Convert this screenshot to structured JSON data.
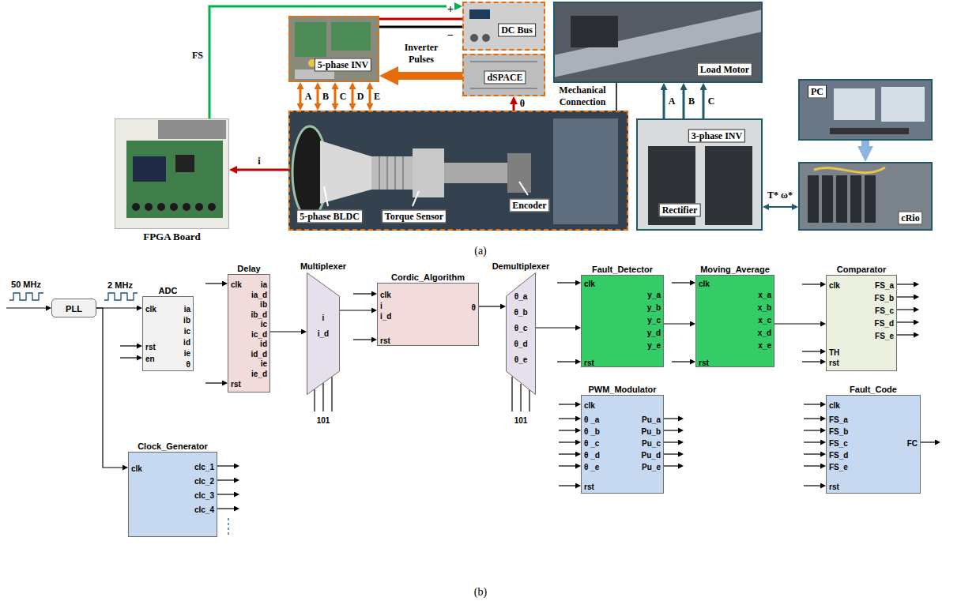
{
  "diagram": {
    "nodes": [
      {
        "text": [
          "FPGA Board"
        ]
      },
      {
        "text": [
          "5-phase INV"
        ]
      },
      {
        "text": [
          "DC Bus"
        ]
      },
      {
        "text": [
          "dSPACE"
        ]
      },
      {
        "text": [
          "5-phase BLDC",
          "Torque Sensor",
          "Encoder"
        ]
      },
      {
        "text": [
          "Load Motor"
        ]
      },
      {
        "text": [
          "3-phase INV",
          "Rectifier"
        ]
      },
      {
        "text": [
          "PC"
        ]
      },
      {
        "text": [
          "cRio"
        ]
      },
      {
        "text": [
          "PLL"
        ]
      },
      {
        "text": [
          "ADC",
          "clk",
          "rst",
          "en",
          "ia",
          "ib",
          "ic",
          "id",
          "ie",
          "θ"
        ]
      },
      {
        "text": [
          "Delay",
          "clk",
          "rst",
          "ia",
          "ia_d",
          "ib",
          "ib_d",
          "ic",
          "ic_d",
          "id",
          "id_d",
          "ie",
          "ie_d"
        ]
      },
      {
        "text": [
          "Multiplexer",
          "i",
          "i_d"
        ]
      },
      {
        "text": [
          "Cordic_Algorithm",
          "clk",
          "i",
          "i_d",
          "rst",
          "θ"
        ]
      },
      {
        "text": [
          "Demultiplexer",
          "θ_a",
          "θ_b",
          "θ_c",
          "θ_d",
          "θ_e"
        ]
      },
      {
        "text": [
          "Fault_Detector",
          "clk",
          "rst",
          "y_a",
          "y_b",
          "y_c",
          "y_d",
          "y_e"
        ]
      },
      {
        "text": [
          "Moving_Average",
          "clk",
          "rst",
          "x_a",
          "x_b",
          "x_c",
          "x_d",
          "x_e"
        ]
      },
      {
        "text": [
          "Comparator",
          "clk",
          "TH",
          "rst",
          "FS_a",
          "FS_b",
          "FS_c",
          "FS_d",
          "FS_e"
        ]
      },
      {
        "text": [
          "Clock_Generator",
          "clk",
          "clc_1",
          "clc_2",
          "clc_3",
          "clc_4"
        ]
      },
      {
        "text": [
          "PWM_Modulator",
          "clk",
          "θ _a",
          "θ _b",
          "θ _c",
          "θ _d",
          "θ _e",
          "rst",
          "Pu_a",
          "Pu_b",
          "Pu_c",
          "Pu_d",
          "Pu_e"
        ]
      },
      {
        "text": [
          "Fault_Code",
          "clk",
          "FS_a",
          "FS_b",
          "FS_c",
          "FS_d",
          "FS_e",
          "rst",
          "FC"
        ]
      }
    ],
    "edges": [
      {
        "from": 0,
        "to": 2,
        "arrow": "to",
        "label": "FS"
      },
      {
        "from": 2,
        "to": 1,
        "arrow": "none"
      },
      {
        "from": 3,
        "to": 1,
        "arrow": "to",
        "label": "Inverter Pulses"
      },
      {
        "from": 1,
        "to": 4,
        "arrow": "both",
        "label": "A"
      },
      {
        "from": 1,
        "to": 4,
        "arrow": "both",
        "label": "B"
      },
      {
        "from": 1,
        "to": 4,
        "arrow": "both",
        "label": "C"
      },
      {
        "from": 1,
        "to": 4,
        "arrow": "both",
        "label": "D"
      },
      {
        "from": 1,
        "to": 4,
        "arrow": "both",
        "label": "E"
      },
      {
        "from": 4,
        "to": 3,
        "arrow": "to",
        "label": "θ"
      },
      {
        "from": 4,
        "to": 0,
        "arrow": "to",
        "label": "i"
      },
      {
        "from": 4,
        "to": 5,
        "arrow": "none",
        "label": "Mechanical Connection"
      },
      {
        "from": 6,
        "to": 5,
        "arrow": "to",
        "label": "A"
      },
      {
        "from": 6,
        "to": 5,
        "arrow": "to",
        "label": "B"
      },
      {
        "from": 6,
        "to": 5,
        "arrow": "to",
        "label": "C"
      },
      {
        "from": 7,
        "to": 8,
        "arrow": "to"
      },
      {
        "from": 8,
        "to": 6,
        "arrow": "both",
        "label": "T* ω*"
      },
      {
        "from": 9,
        "to": 10,
        "arrow": "to",
        "label": "2 MHz"
      },
      {
        "from": 9,
        "to": 18,
        "arrow": "to"
      },
      {
        "from": 11,
        "to": 12,
        "arrow": "to"
      },
      {
        "from": 12,
        "to": 13,
        "arrow": "to"
      },
      {
        "from": 13,
        "to": 14,
        "arrow": "to"
      },
      {
        "from": 14,
        "to": 15,
        "arrow": "to"
      },
      {
        "from": 15,
        "to": 16,
        "arrow": "to"
      },
      {
        "from": 16,
        "to": 17,
        "arrow": "to"
      }
    ],
    "labels": [
      "+",
      "−",
      "(a)",
      "50 MHz",
      "101",
      "101",
      "(b)"
    ]
  }
}
